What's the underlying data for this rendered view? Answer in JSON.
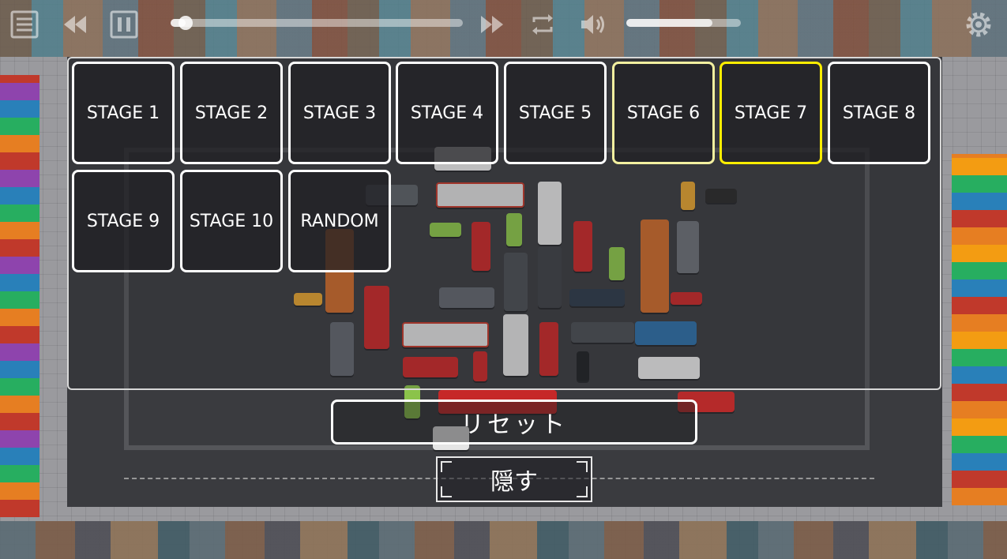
{
  "colors": {
    "button_border": "#ffffff",
    "cleared_border": "#f3f0a0",
    "current_border": "#ffee00",
    "lot": "#3a3b3f"
  },
  "toolbar": {
    "icons": [
      "menu-icon",
      "rewind-icon",
      "pause-icon",
      "fast-forward-icon",
      "repeat-icon",
      "volume-icon",
      "gear-icon"
    ],
    "progress": 0.05,
    "volume": 0.75
  },
  "stages": [
    {
      "label": "STAGE 1",
      "status": "normal"
    },
    {
      "label": "STAGE 2",
      "status": "normal"
    },
    {
      "label": "STAGE 3",
      "status": "normal"
    },
    {
      "label": "STAGE 4",
      "status": "normal"
    },
    {
      "label": "STAGE 5",
      "status": "normal"
    },
    {
      "label": "STAGE 6",
      "status": "cleared"
    },
    {
      "label": "STAGE 7",
      "status": "current"
    },
    {
      "label": "STAGE 8",
      "status": "normal"
    },
    {
      "label": "STAGE 9",
      "status": "normal"
    },
    {
      "label": "STAGE 10",
      "status": "normal"
    },
    {
      "label": "RANDOM",
      "status": "normal"
    }
  ],
  "reset_label": "リセット",
  "hide_label": "隠す"
}
